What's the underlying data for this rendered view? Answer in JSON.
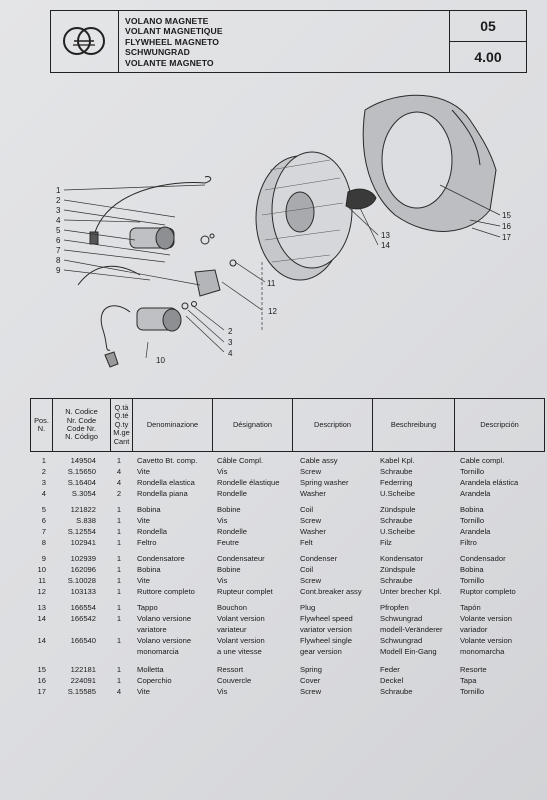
{
  "header": {
    "title_lines": [
      "VOLANO MAGNETE",
      "VOLANT MAGNETIQUE",
      "FLYWHEEL MAGNETO",
      "SCHWUNGRAD",
      "VOLANTE MAGNETO"
    ],
    "group_number": "05",
    "page_number": "4.00",
    "logo_icon": "rings-logo-icon"
  },
  "drawing": {
    "callouts_left": [
      "1",
      "2",
      "3",
      "4",
      "5",
      "6",
      "7",
      "8",
      "9"
    ],
    "callouts_mid": [
      "11",
      "12",
      "2",
      "3",
      "4",
      "10"
    ],
    "callouts_right": [
      "13",
      "14",
      "15",
      "16",
      "17"
    ]
  },
  "table": {
    "headers": {
      "pos": "Pos.\nN.",
      "code": "N. Codice\nNr. Code\nCode Nr.\nN. Código",
      "qty": "Q.tà\nQ.té\nQ.ty\nM.ge\nCant",
      "it": "Denominazione",
      "fr": "Désignation",
      "en": "Description",
      "de": "Beschreibung",
      "es": "Descripción"
    },
    "rows": [
      {
        "pos": "1",
        "code": "149504",
        "qty": "1",
        "it": "Cavetto Bt. comp.",
        "fr": "Câble  Compl.",
        "en": "Cable assy",
        "de": "Kabel Kpl.",
        "es": "Cable compl."
      },
      {
        "pos": "2",
        "code": "S.15650",
        "qty": "4",
        "it": "Vite",
        "fr": "Vis",
        "en": "Screw",
        "de": "Schraube",
        "es": "Tornillo"
      },
      {
        "pos": "3",
        "code": "S.16404",
        "qty": "4",
        "it": "Rondella elastica",
        "fr": "Rondelle élastique",
        "en": "Spring washer",
        "de": "Federring",
        "es": "Arandela elástica"
      },
      {
        "pos": "4",
        "code": "S.3054",
        "qty": "2",
        "it": "Rondella piana",
        "fr": "Rondelle",
        "en": "Washer",
        "de": "U.Scheibe",
        "es": "Arandela"
      },
      {
        "pos": "5",
        "code": "121822",
        "qty": "1",
        "it": "Bobina",
        "fr": "Bobine",
        "en": "Coil",
        "de": "Zündspule",
        "es": "Bobina"
      },
      {
        "pos": "6",
        "code": "S.838",
        "qty": "1",
        "it": "Vite",
        "fr": "Vis",
        "en": "Screw",
        "de": "Schraube",
        "es": "Tornillo"
      },
      {
        "pos": "7",
        "code": "S.12554",
        "qty": "1",
        "it": "Rondella",
        "fr": "Rondelle",
        "en": "Washer",
        "de": "U.Scheibe",
        "es": "Arandela"
      },
      {
        "pos": "8",
        "code": "102941",
        "qty": "1",
        "it": "Feltro",
        "fr": "Feutre",
        "en": "Felt",
        "de": "Filz",
        "es": "Filtro"
      },
      {
        "pos": "9",
        "code": "102939",
        "qty": "1",
        "it": "Condensatore",
        "fr": "Condensateur",
        "en": "Condenser",
        "de": "Kondensator",
        "es": "Condensador"
      },
      {
        "pos": "10",
        "code": "162096",
        "qty": "1",
        "it": "Bobina",
        "fr": "Bobine",
        "en": "Coil",
        "de": "Zündspule",
        "es": "Bobina"
      },
      {
        "pos": "11",
        "code": "S.10028",
        "qty": "1",
        "it": "Vite",
        "fr": "Vis",
        "en": "Screw",
        "de": "Schraube",
        "es": "Tornillo"
      },
      {
        "pos": "12",
        "code": "103133",
        "qty": "1",
        "it": "Ruttore completo",
        "fr": "Rupteur complet",
        "en": "Cont.breaker assy",
        "de": "Unter brecher Kpl.",
        "es": "Ruptor completo"
      },
      {
        "pos": "13",
        "code": "166554",
        "qty": "1",
        "it": "Tappo",
        "fr": "Bouchon",
        "en": "Plug",
        "de": "Pfropfen",
        "es": "Tapón"
      },
      {
        "pos": "14",
        "code": "166542",
        "qty": "1",
        "it": "Volano versione",
        "fr": "Volant version",
        "en": "Flywheel speed",
        "de": "Schwungrad",
        "es": "Volante version"
      },
      {
        "pos": "",
        "code": "",
        "qty": "",
        "it": "variatore",
        "fr": "variateur",
        "en": "variator version",
        "de": "modell-Veränderer",
        "es": "variador"
      },
      {
        "pos": "14",
        "code": "166540",
        "qty": "1",
        "it": "Volano versione",
        "fr": "Volant version",
        "en": "Flywheel single",
        "de": "Schwungrad",
        "es": "Volante version"
      },
      {
        "pos": "",
        "code": "",
        "qty": "",
        "it": "monomarcia",
        "fr": "a une vitesse",
        "en": "gear version",
        "de": "Modell Ein-Gang",
        "es": "monomarcha"
      },
      {
        "pos": "15",
        "code": "122181",
        "qty": "1",
        "it": "Molletta",
        "fr": "Ressort",
        "en": "Spring",
        "de": "Feder",
        "es": "Resorte"
      },
      {
        "pos": "16",
        "code": "224091",
        "qty": "1",
        "it": "Coperchio",
        "fr": "Couvercle",
        "en": "Cover",
        "de": "Deckel",
        "es": "Tapa"
      },
      {
        "pos": "17",
        "code": "S.15585",
        "qty": "4",
        "it": "Vite",
        "fr": "Vis",
        "en": "Screw",
        "de": "Schraube",
        "es": "Tornillo"
      }
    ]
  }
}
